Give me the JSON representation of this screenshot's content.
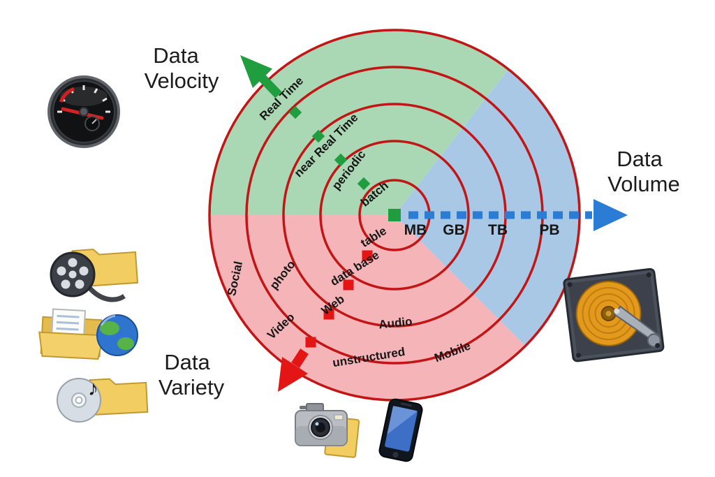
{
  "axes": {
    "velocity": {
      "title_line1": "Data",
      "title_line2": "Velocity",
      "levels": [
        "Real Time",
        "near Real Time",
        "periodic",
        "batch"
      ]
    },
    "volume": {
      "title_line1": "Data",
      "title_line2": "Volume",
      "units": [
        "MB",
        "GB",
        "TB",
        "PB"
      ]
    },
    "variety": {
      "title_line1": "Data",
      "title_line2": "Variety",
      "types": [
        "table",
        "data base",
        "Web",
        "photo",
        "Social",
        "Video",
        "Audio",
        "unstructured",
        "Mobile"
      ]
    }
  },
  "colors": {
    "velocity_sector": "#abd8b4",
    "volume_sector": "#a9c8e6",
    "variety_sector": "#f5b4b8",
    "ring_stroke": "#c21515",
    "velocity_accent": "#1f9d3f",
    "volume_accent": "#2a7cd4",
    "variety_accent": "#e31515",
    "label_color": "#161616"
  },
  "icons": {
    "speedometer": "speedometer-gauge",
    "hard_disk": "hard-disk-drive",
    "media": "multimedia-folders",
    "camera": "digital-camera",
    "phone": "smartphone",
    "music_note": "♪"
  }
}
